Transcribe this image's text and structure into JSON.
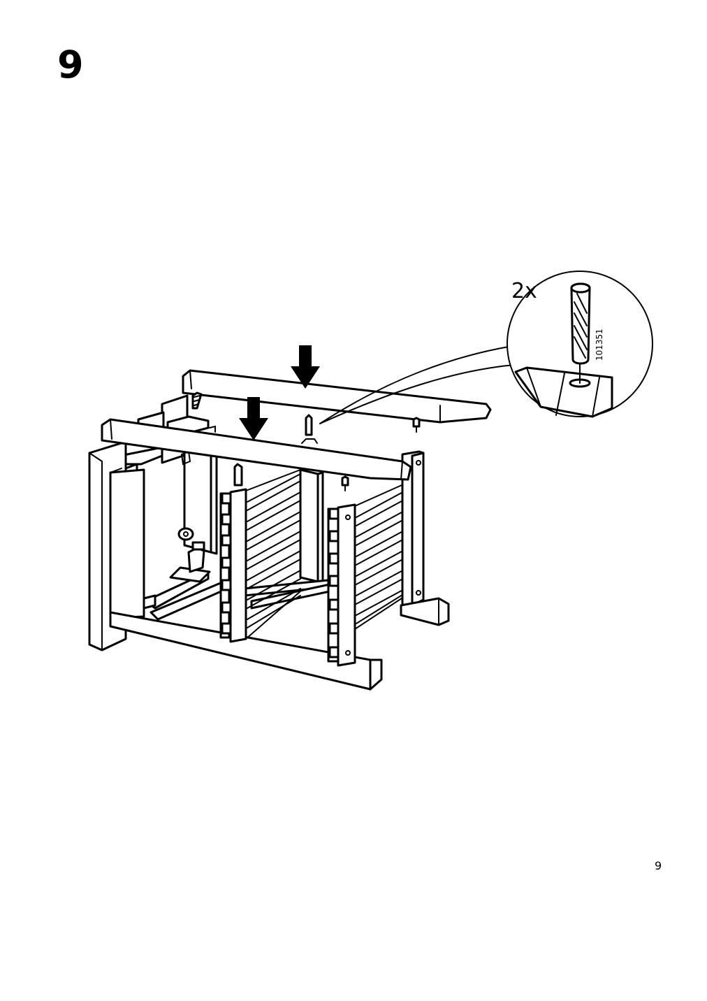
{
  "step": {
    "number": "9"
  },
  "detail": {
    "quantity": "2x",
    "part_code": "101351"
  },
  "footer": {
    "page_number": "9"
  }
}
